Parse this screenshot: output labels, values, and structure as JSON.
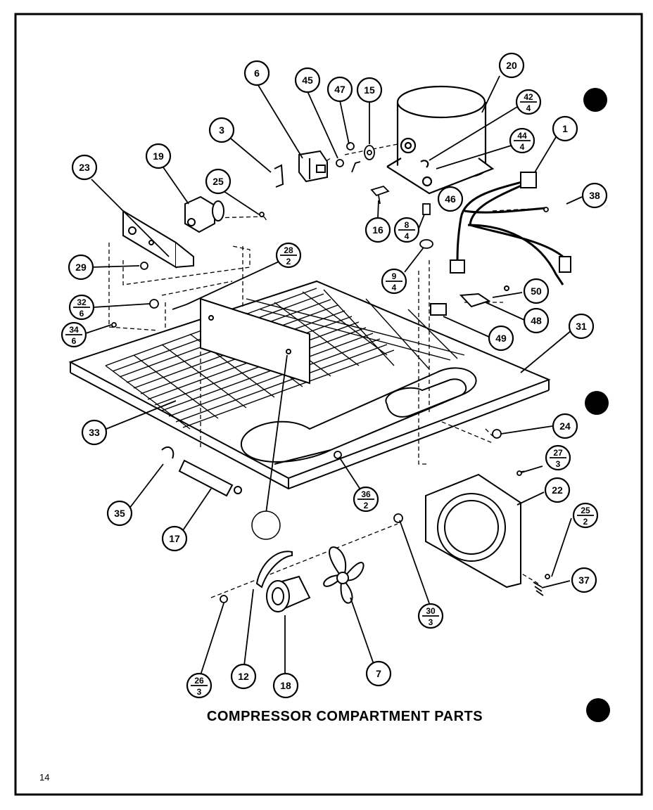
{
  "title": "COMPRESSOR COMPARTMENT PARTS",
  "page_number": "14",
  "callouts": [
    {
      "id": "c1",
      "text": "1"
    },
    {
      "id": "c3",
      "text": "3"
    },
    {
      "id": "c6",
      "text": "6"
    },
    {
      "id": "c7",
      "text": "7"
    },
    {
      "id": "c12",
      "text": "12"
    },
    {
      "id": "c15",
      "text": "15"
    },
    {
      "id": "c16",
      "text": "16"
    },
    {
      "id": "c17",
      "text": "17"
    },
    {
      "id": "c18",
      "text": "18"
    },
    {
      "id": "c19",
      "text": "19"
    },
    {
      "id": "c20",
      "text": "20"
    },
    {
      "id": "c22",
      "text": "22"
    },
    {
      "id": "c23",
      "text": "23"
    },
    {
      "id": "c24",
      "text": "24"
    },
    {
      "id": "c25a",
      "text": "25"
    },
    {
      "id": "c29",
      "text": "29"
    },
    {
      "id": "c31",
      "text": "31"
    },
    {
      "id": "c33",
      "text": "33"
    },
    {
      "id": "c35",
      "text": "35"
    },
    {
      "id": "c37",
      "text": "37"
    },
    {
      "id": "c38",
      "text": "38"
    },
    {
      "id": "c45",
      "text": "45"
    },
    {
      "id": "c46",
      "text": "46"
    },
    {
      "id": "c47",
      "text": "47"
    },
    {
      "id": "c48",
      "text": "48"
    },
    {
      "id": "c49",
      "text": "49"
    },
    {
      "id": "c50",
      "text": "50"
    }
  ],
  "fraction_callouts": [
    {
      "id": "f42",
      "num": "42",
      "den": "4"
    },
    {
      "id": "f44",
      "num": "44",
      "den": "4"
    },
    {
      "id": "f8",
      "num": "8",
      "den": "4"
    },
    {
      "id": "f9",
      "num": "9",
      "den": "4"
    },
    {
      "id": "f28",
      "num": "28",
      "den": "2"
    },
    {
      "id": "f32",
      "num": "32",
      "den": "6"
    },
    {
      "id": "f34",
      "num": "34",
      "den": "6"
    },
    {
      "id": "f27",
      "num": "27",
      "den": "3"
    },
    {
      "id": "f25b",
      "num": "25",
      "den": "2"
    },
    {
      "id": "f36",
      "num": "36",
      "den": "2"
    },
    {
      "id": "f30",
      "num": "30",
      "den": "3"
    },
    {
      "id": "f26",
      "num": "26",
      "den": "3"
    }
  ]
}
